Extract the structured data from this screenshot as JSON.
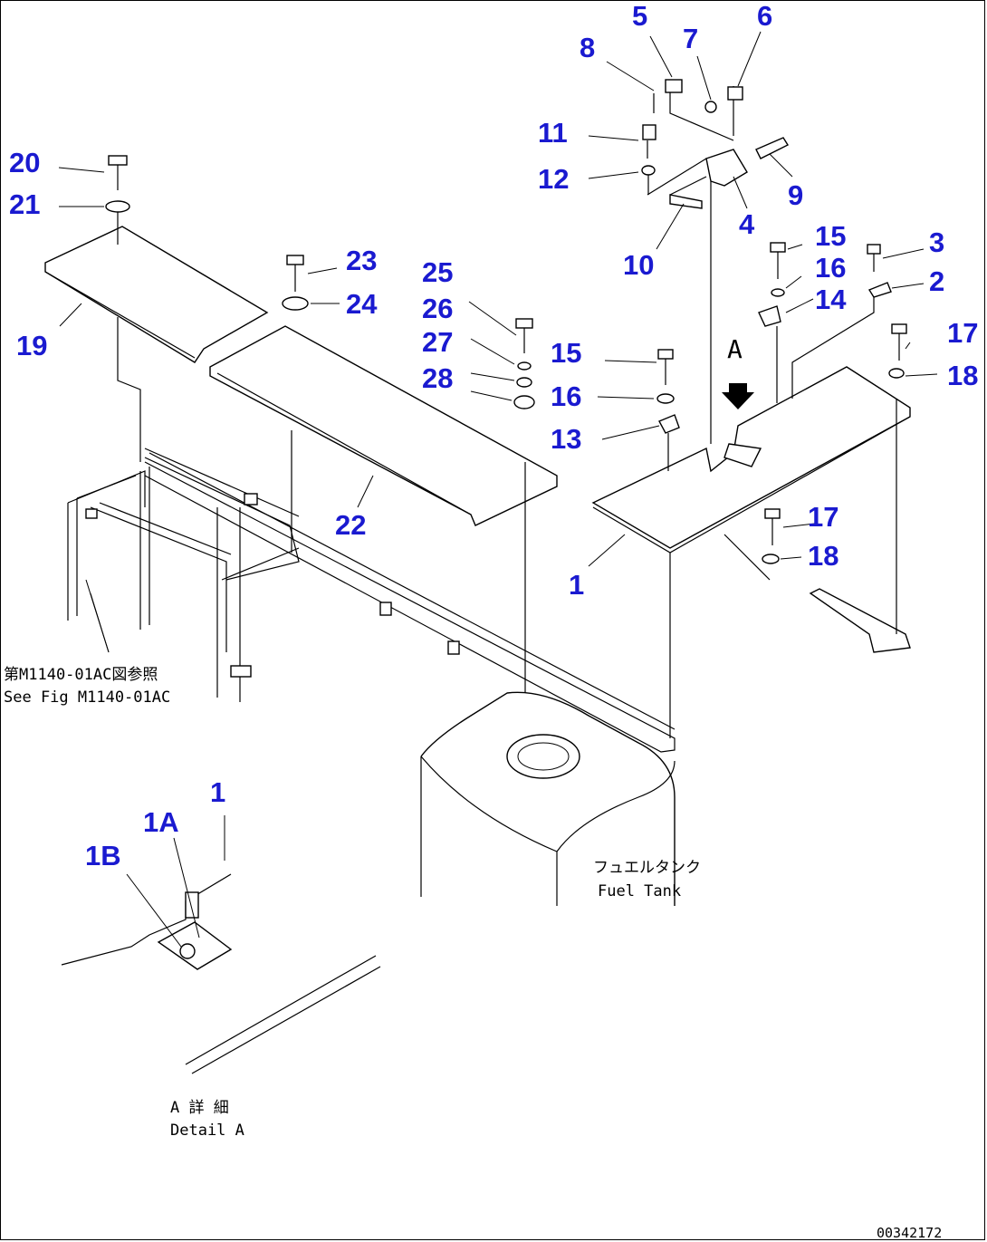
{
  "callouts": [
    {
      "id": "c5",
      "text": "5"
    },
    {
      "id": "c6",
      "text": "6"
    },
    {
      "id": "c7",
      "text": "7"
    },
    {
      "id": "c8",
      "text": "8"
    },
    {
      "id": "c11",
      "text": "11"
    },
    {
      "id": "c12",
      "text": "12"
    },
    {
      "id": "c9",
      "text": "9"
    },
    {
      "id": "c4",
      "text": "4"
    },
    {
      "id": "c10",
      "text": "10"
    },
    {
      "id": "c15a",
      "text": "15"
    },
    {
      "id": "c3",
      "text": "3"
    },
    {
      "id": "c16a",
      "text": "16"
    },
    {
      "id": "c2",
      "text": "2"
    },
    {
      "id": "c14",
      "text": "14"
    },
    {
      "id": "c17a",
      "text": "17"
    },
    {
      "id": "c18a",
      "text": "18"
    },
    {
      "id": "c20",
      "text": "20"
    },
    {
      "id": "c21",
      "text": "21"
    },
    {
      "id": "c23",
      "text": "23"
    },
    {
      "id": "c24",
      "text": "24"
    },
    {
      "id": "c25",
      "text": "25"
    },
    {
      "id": "c26",
      "text": "26"
    },
    {
      "id": "c27",
      "text": "27"
    },
    {
      "id": "c28",
      "text": "28"
    },
    {
      "id": "c15b",
      "text": "15"
    },
    {
      "id": "c16b",
      "text": "16"
    },
    {
      "id": "c13",
      "text": "13"
    },
    {
      "id": "c19",
      "text": "19"
    },
    {
      "id": "c22",
      "text": "22"
    },
    {
      "id": "c1",
      "text": "1"
    },
    {
      "id": "c17b",
      "text": "17"
    },
    {
      "id": "c18b",
      "text": "18"
    },
    {
      "id": "c1d",
      "text": "1"
    },
    {
      "id": "c1A",
      "text": "1A"
    },
    {
      "id": "c1B",
      "text": "1B"
    }
  ],
  "view_marker": "A",
  "notes": {
    "see_fig_jp": "第M1140-01AC図参照",
    "see_fig_en": "See Fig M1140-01AC",
    "fuel_tank_jp": "フュエルタンク",
    "fuel_tank_en": "Fuel Tank",
    "detail_jp": "A 詳 細",
    "detail_en": "Detail A",
    "drawing_no": "00342172"
  },
  "colors": {
    "callout": "#1a1ad0",
    "line": "#000000",
    "background": "#ffffff"
  }
}
